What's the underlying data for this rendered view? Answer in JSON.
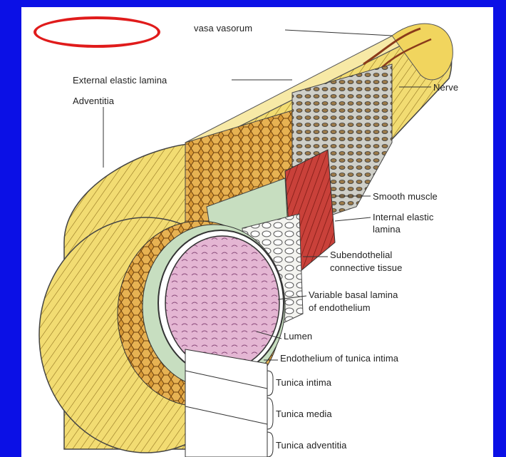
{
  "slide": {
    "background": "#0b10e6",
    "highlight_color": "#e01b1b"
  },
  "diagram": {
    "title": "",
    "labels": {
      "vasa_vasorum": "vasa vasorum",
      "external_elastic_lamina": "External elastic lamina",
      "adventitia": "Adventitia",
      "nerve": "Nerve",
      "smooth_muscle": "Smooth muscle",
      "internal_elastic_lamina_1": "Internal elastic",
      "internal_elastic_lamina_2": "lamina",
      "subendothelial_1": "Subendothelial",
      "subendothelial_2": "connective tissue",
      "basal_lamina_1": "Variable basal lamina",
      "basal_lamina_2": "of endothelium",
      "lumen": "Lumen",
      "endothelium": "Endothelium of tunica intima",
      "tunica_intima": "Tunica intima",
      "tunica_media": "Tunica media",
      "tunica_adventitia": "Tunica adventitia"
    },
    "colors": {
      "adventitia": "#f3e27a",
      "media": "#d9a441",
      "intima": "#c8dcc0",
      "lumen": "#e3b4d2",
      "muscle": "#c9413a"
    }
  }
}
